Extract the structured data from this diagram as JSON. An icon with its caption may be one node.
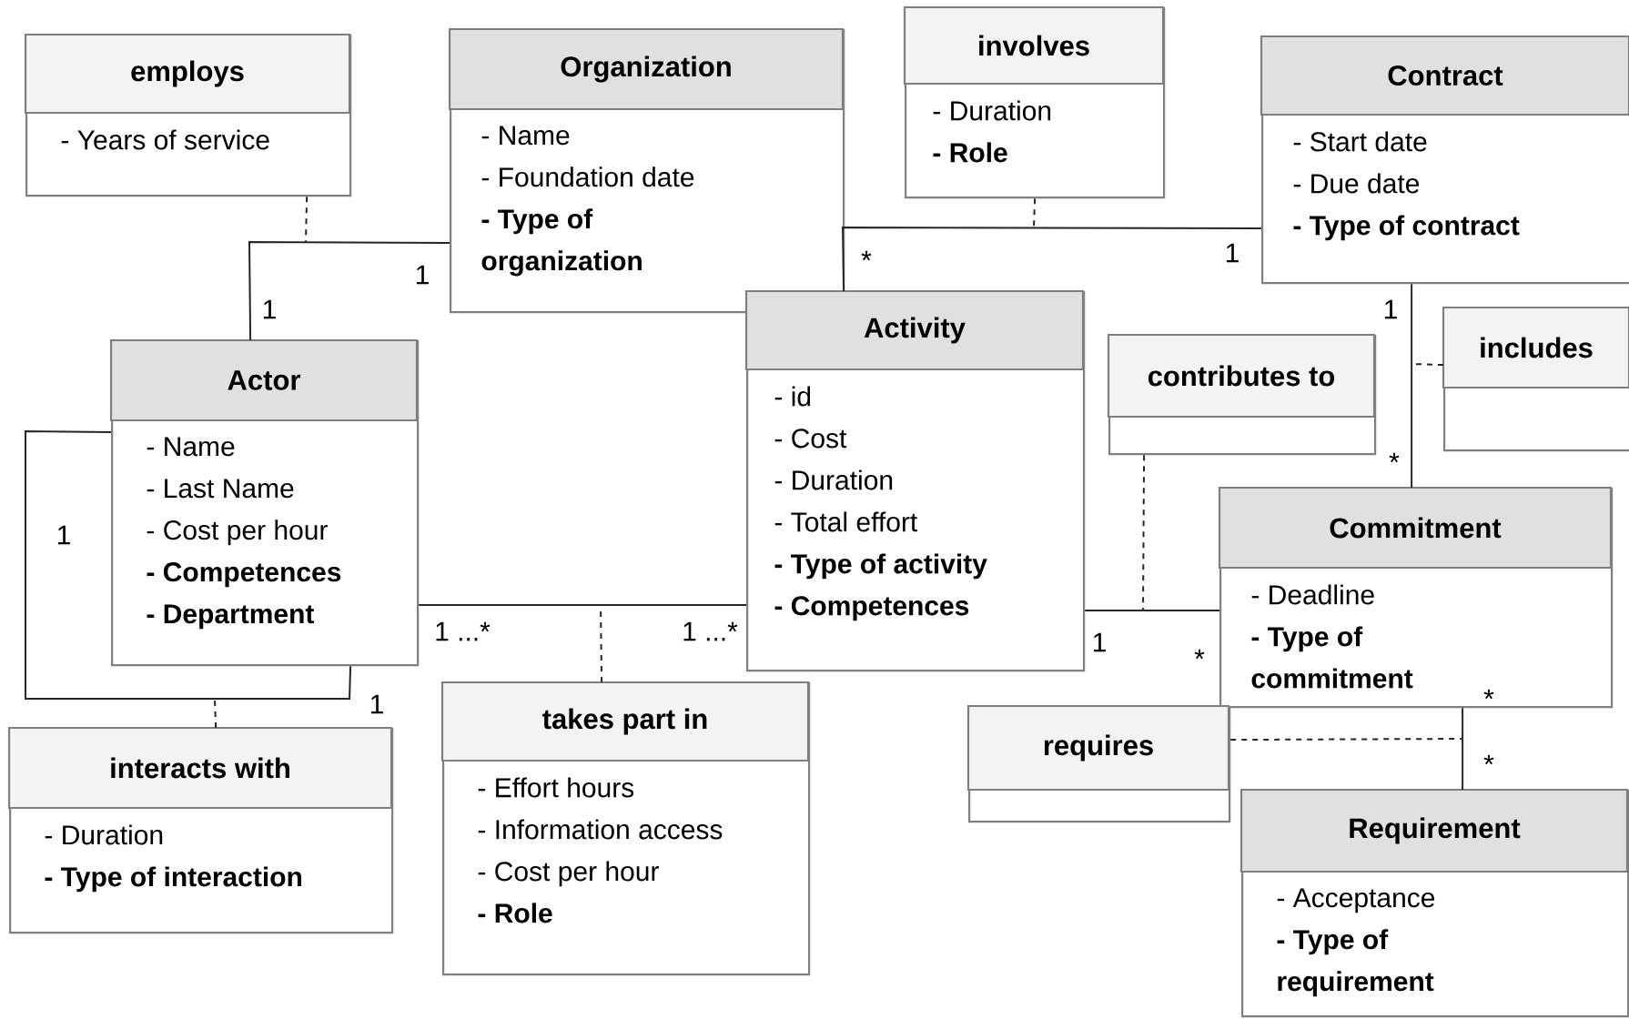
{
  "diagram": {
    "nodes": [
      {
        "text": [
          "employs",
          "- Years of service"
        ]
      },
      {
        "text": [
          "Organization",
          "- Name",
          "- Foundation date",
          "**- Type of organization**"
        ]
      },
      {
        "text": [
          "involves",
          "- Duration",
          "**- Role**"
        ]
      },
      {
        "text": [
          "Contract",
          "- Start date",
          "- Due date",
          "**- Type of contract**"
        ]
      },
      {
        "text": [
          "Actor",
          "- Name",
          "- Last Name",
          "- Cost per hour",
          "**- Competences**",
          "**- Department**"
        ]
      },
      {
        "text": [
          "Activity",
          "- id",
          "- Cost",
          "- Duration",
          "- Total effort",
          "**- Type of activity**",
          "**- Competences**"
        ]
      },
      {
        "text": [
          "contributes to"
        ]
      },
      {
        "text": [
          "includes"
        ]
      },
      {
        "text": [
          "Commitment",
          "- Deadline",
          "**- Type of commitment**"
        ]
      },
      {
        "text": [
          "interacts with",
          "- Duration",
          "**- Type of interaction**"
        ]
      },
      {
        "text": [
          "takes part in",
          "- Effort hours",
          "- Information access",
          "- Cost per hour",
          "**- Role**"
        ]
      },
      {
        "text": [
          "requires"
        ]
      },
      {
        "text": [
          "Requirement",
          "- Acceptance",
          "**- Type of requirement**"
        ]
      }
    ],
    "edges": [
      {
        "from": 4,
        "to": 1,
        "arrow": "none"
      },
      {
        "from": 0,
        "to": null,
        "arrow": "none",
        "style": "dashed"
      },
      {
        "from": 5,
        "to": 3,
        "arrow": "none"
      },
      {
        "from": 2,
        "to": null,
        "arrow": "none",
        "style": "dashed"
      },
      {
        "from": 3,
        "to": 8,
        "arrow": "none"
      },
      {
        "from": 7,
        "to": null,
        "arrow": "none",
        "style": "dashed"
      },
      {
        "from": 4,
        "to": 4,
        "arrow": "none"
      },
      {
        "from": 9,
        "to": null,
        "arrow": "none",
        "style": "dashed"
      },
      {
        "from": 4,
        "to": 5,
        "arrow": "none"
      },
      {
        "from": 10,
        "to": null,
        "arrow": "none",
        "style": "dashed"
      },
      {
        "from": 5,
        "to": 8,
        "arrow": "none"
      },
      {
        "from": 6,
        "to": null,
        "arrow": "none",
        "style": "dashed"
      },
      {
        "from": 8,
        "to": 12,
        "arrow": "none"
      },
      {
        "from": 11,
        "to": null,
        "arrow": "none",
        "style": "dashed"
      }
    ],
    "labels": [
      "1",
      "*",
      "1",
      "1",
      "1",
      "*",
      "1",
      "1 ...*",
      "1 ...*",
      "1",
      "*",
      "*",
      "1",
      "*"
    ]
  }
}
